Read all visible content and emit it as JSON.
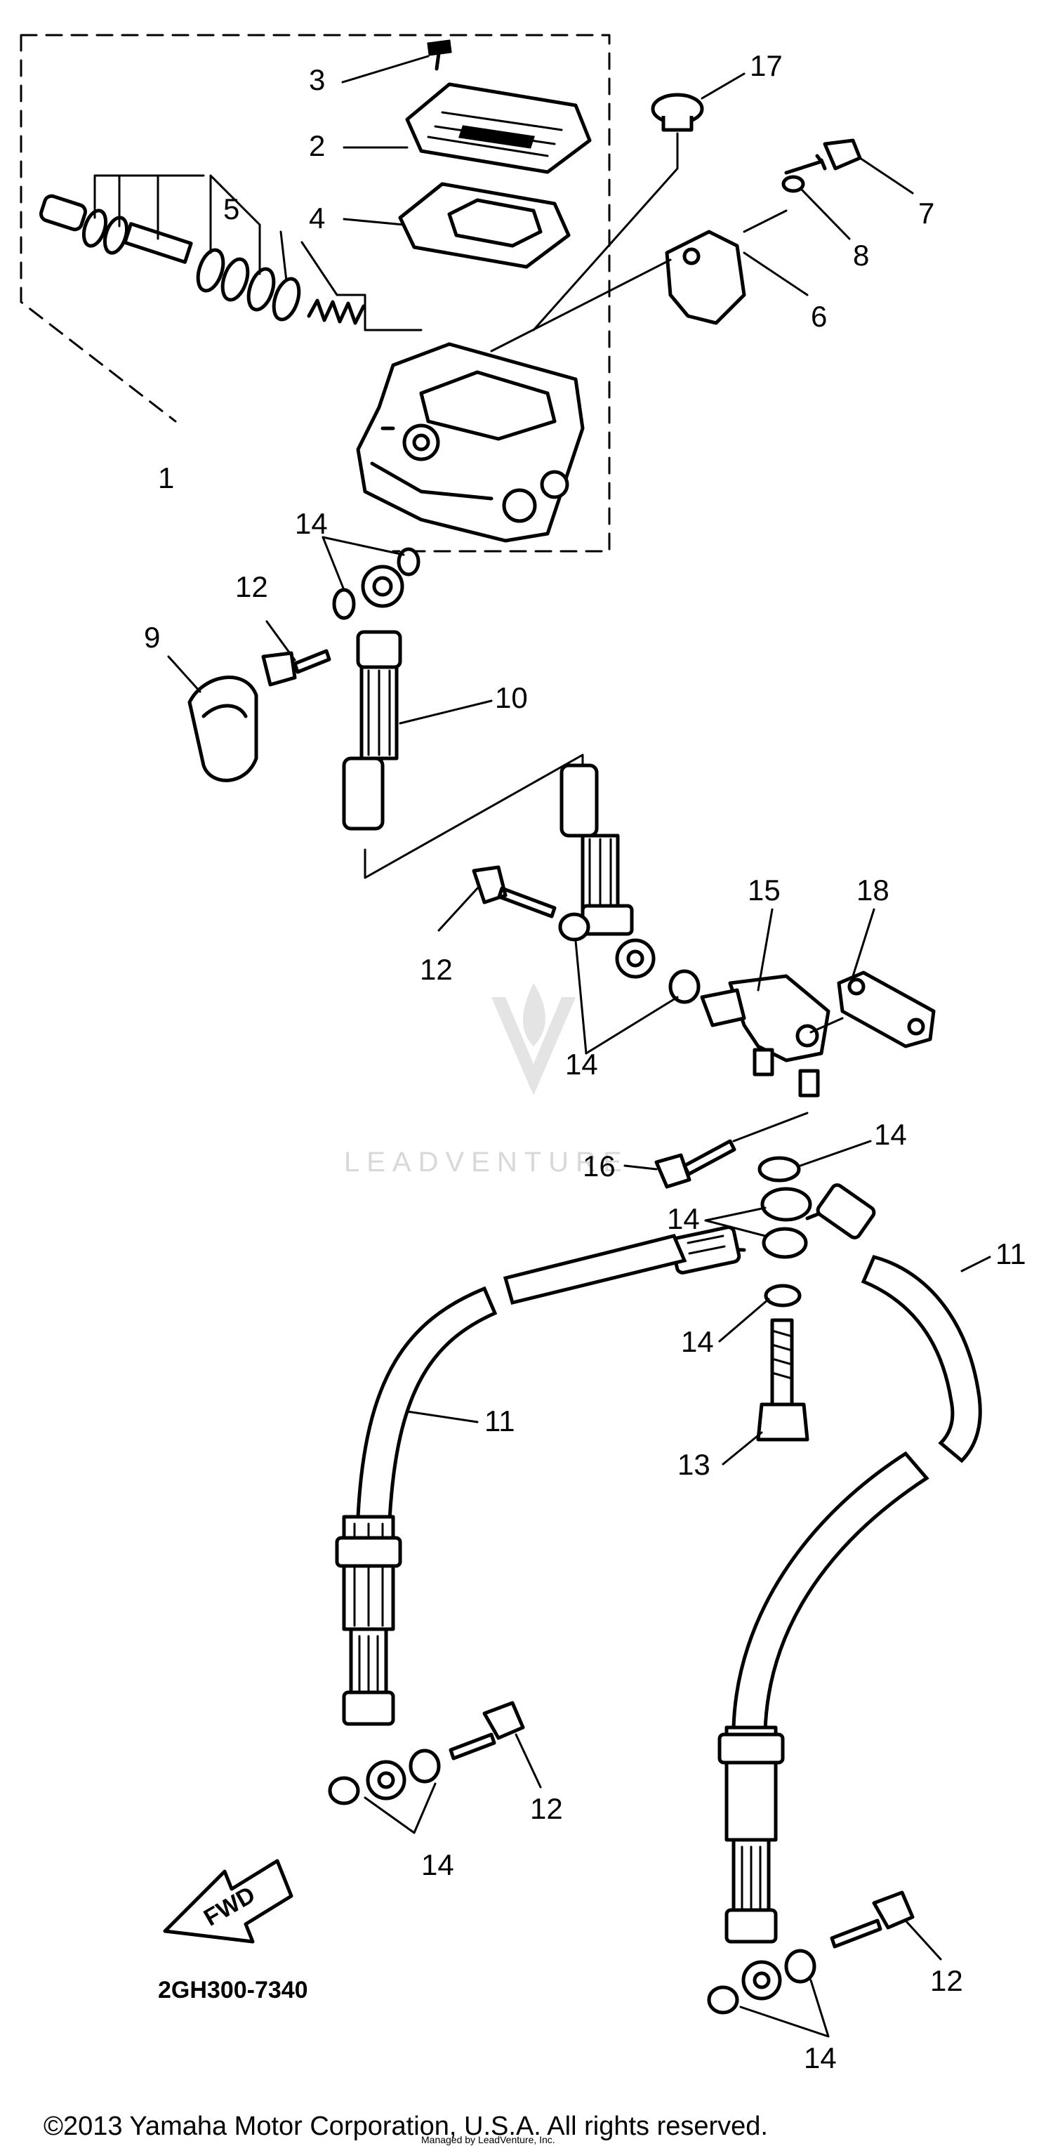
{
  "callouts": {
    "c1": "1",
    "c2": "2",
    "c3": "3",
    "c4": "4",
    "c5": "5",
    "c6": "6",
    "c7": "7",
    "c8": "8",
    "c9": "9",
    "c10": "10",
    "c11a": "11",
    "c11b": "11",
    "c12a": "12",
    "c12b": "12",
    "c12c": "12",
    "c12d": "12",
    "c13": "13",
    "c14a": "14",
    "c14b": "14",
    "c14c": "14",
    "c14d": "14",
    "c14e": "14",
    "c14f": "14",
    "c14g": "14",
    "c15": "15",
    "c16": "16",
    "c17": "17",
    "c18": "18"
  },
  "fwd_label": "FWD",
  "diagram_code": "2GH300-7340",
  "copyright": "©2013 Yamaha Motor Corporation, U.S.A. All rights reserved.",
  "watermark": "LEADVENTURE",
  "managed_by": "Managed by LeadVenture, Inc."
}
